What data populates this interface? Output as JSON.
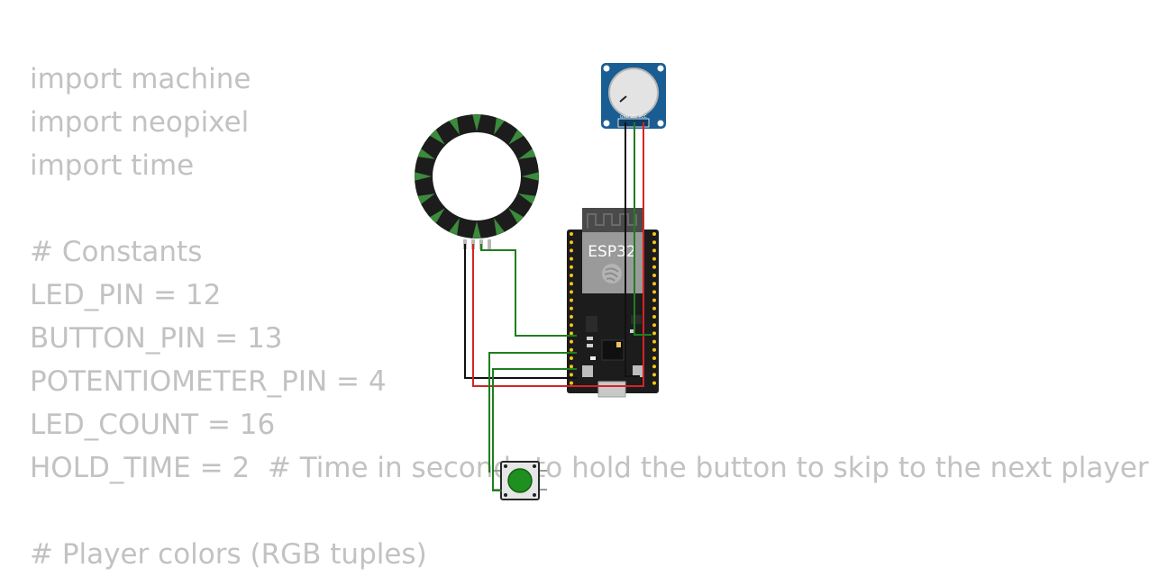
{
  "code_lines": [
    "import machine",
    "import neopixel",
    "import time",
    "",
    "# Constants",
    "LED_PIN = 12",
    "BUTTON_PIN = 13",
    "POTENTIOMETER_PIN = 4",
    "LED_COUNT = 16",
    "HOLD_TIME = 2  # Time in seconds to hold the button to skip to the next player",
    "",
    "# Player colors (RGB tuples)"
  ],
  "circuit": {
    "esp32_label": "ESP32",
    "potentiometer_pin_labels": [
      "GND",
      "SIG",
      "VCC"
    ],
    "neopixel_led_count": 16,
    "colors": {
      "ring_body": "#1c1c1c",
      "ring_led": "#3c8a3c",
      "board_pcb": "#1c1c1c",
      "shield": "#9a9a9a",
      "header_pin": "#f5c518",
      "pot_pcb": "#1a5d92",
      "button_cap": "#1f8f1f",
      "wire_green": "#1e7f1e",
      "wire_red": "#d42424",
      "wire_black": "#111111"
    }
  }
}
